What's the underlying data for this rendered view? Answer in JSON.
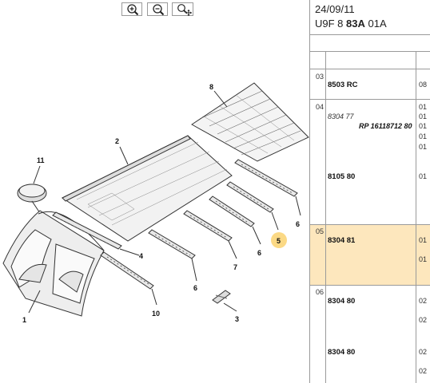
{
  "toolbar": {
    "zoom_in_icon": "magnifier-plus-icon",
    "zoom_out_icon": "magnifier-minus-icon",
    "pan_icon": "magnifier-move-icon"
  },
  "diagram": {
    "callouts": [
      "1",
      "2",
      "3",
      "4",
      "5",
      "6",
      "6",
      "6",
      "7",
      "8",
      "10",
      "11"
    ],
    "highlight_color": "#fbd985"
  },
  "panel": {
    "date": "24/09/11",
    "code_prefix": "U9F 8 ",
    "code_bold": "83A",
    "code_suffix": " 01A",
    "rows": [
      {
        "num": "03",
        "ref": "8503 RC",
        "qty": [
          "08"
        ]
      },
      {
        "num": "04",
        "ref_italic": "8304 77",
        "rp": "RP 16118712 80",
        "ref": "8105 80",
        "qty": [
          "01",
          "01",
          "01",
          "01",
          "01",
          "01"
        ]
      },
      {
        "num": "05",
        "ref": "8304 81",
        "qty": [
          "01",
          "01"
        ]
      },
      {
        "num": "06",
        "ref": "8304 80",
        "ref2": "8304 80",
        "qty": [
          "02",
          "02",
          "02",
          "02"
        ]
      }
    ]
  },
  "colors": {
    "highlight_row": "#fde7bd",
    "line": "#9a9a9a"
  }
}
